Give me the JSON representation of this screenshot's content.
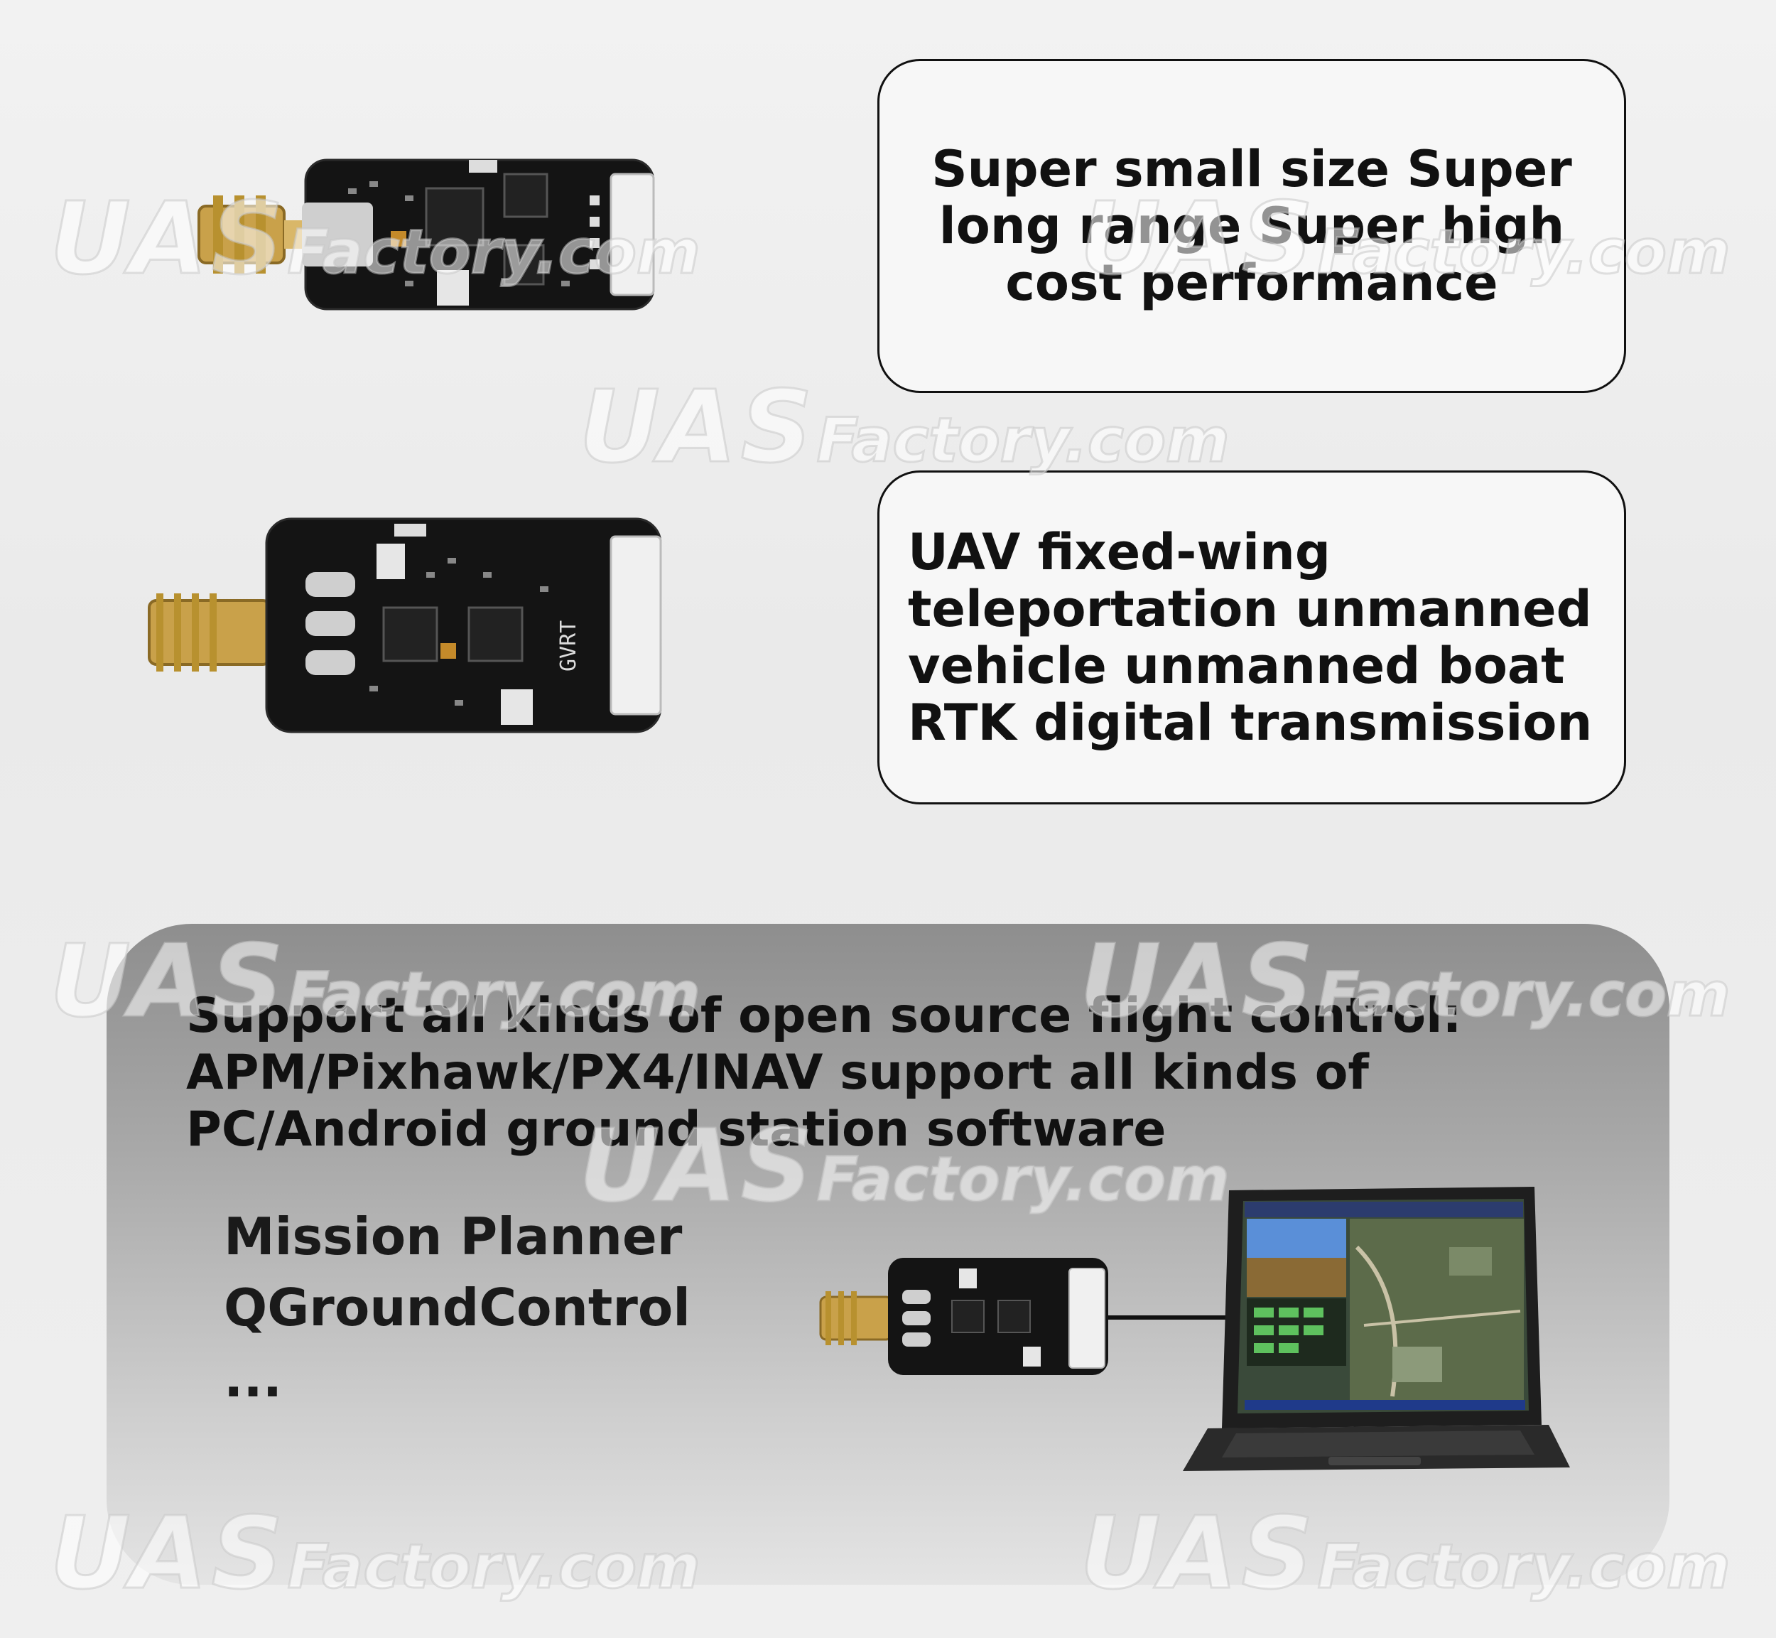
{
  "watermark": {
    "brand": "UAS",
    "domain": "Factory.com"
  },
  "features": [
    {
      "text": "Super small size Super long range Super high cost performance"
    },
    {
      "text": "UAV fixed-wing teleportation unmanned vehicle unmanned boat RTK digital transmission"
    }
  ],
  "support": {
    "heading": "Support all kinds of open source flight control: APM/Pixhawk/PX4/INAV support all kinds of PC/Android ground station software",
    "software": [
      "Mission Planner",
      "QGroundControl",
      "..."
    ]
  },
  "board_silkscreen": "GVRT",
  "colors": {
    "board": "#141414",
    "gold": "#c9a14a",
    "panel_dark": "#8e8e8e",
    "border": "#111111"
  }
}
